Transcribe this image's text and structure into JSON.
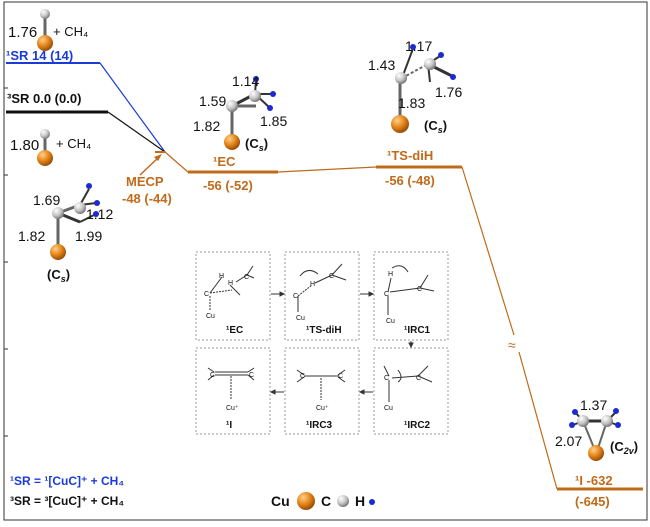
{
  "state_sr1": {
    "label": "¹SR 14 (14)",
    "color": "#1a3bd9"
  },
  "state_sr3": {
    "label": "³SR 0.0 (0.0)"
  },
  "mecp": {
    "name": "MECP",
    "energy": "-48 (-44)"
  },
  "ec": {
    "name": "¹EC",
    "energy": "-56 (-52)"
  },
  "tsdih": {
    "name": "¹TS-diH",
    "energy": "-56 (-48)"
  },
  "prod": {
    "name": "¹I -632",
    "energy": "(-645)"
  },
  "top_left_structure": {
    "dist": "1.76",
    "ch4": "+ CH₄"
  },
  "left_structure": {
    "dist": "1.80",
    "ch4": "+ CH₄"
  },
  "mecp_structure": {
    "d1": "1.69",
    "d2": "1.12",
    "d3": "1.82",
    "d4": "1.99",
    "sym": "(C",
    "sub": "s",
    "close": ")"
  },
  "ec_structure": {
    "d1": "1.14",
    "d2": "1.59",
    "d3": "1.82",
    "d4": "1.85",
    "sym": "(C",
    "sub": "s",
    "close": ")"
  },
  "ts_structure": {
    "d1": "1.17",
    "d2": "1.43",
    "d3": "1.83",
    "d4": "1.76",
    "sym": "(C",
    "sub": "s",
    "close": ")"
  },
  "prod_structure": {
    "d1": "1.37",
    "d2": "2.07",
    "sym": "(C",
    "sub": "2v",
    "close": ")"
  },
  "panels": {
    "ec": "¹EC",
    "ts": "¹TS-diH",
    "irc1": "¹IRC1",
    "irc2": "¹IRC2",
    "irc3": "¹IRC3",
    "i": "¹I"
  },
  "legend": {
    "sr1": "¹SR = ¹[CuC]⁺ + CH₄",
    "sr3": "³SR = ³[CuC]⁺ + CH₄",
    "cu": "Cu",
    "c": "C",
    "h": "H"
  },
  "colors": {
    "orange": "#c06a1a",
    "blue": "#1a3bd9",
    "black": "#111111",
    "cu_ball": "#e58a1f",
    "c_ball": "#bdbdbd",
    "h_ball": "#1b2bd0"
  }
}
